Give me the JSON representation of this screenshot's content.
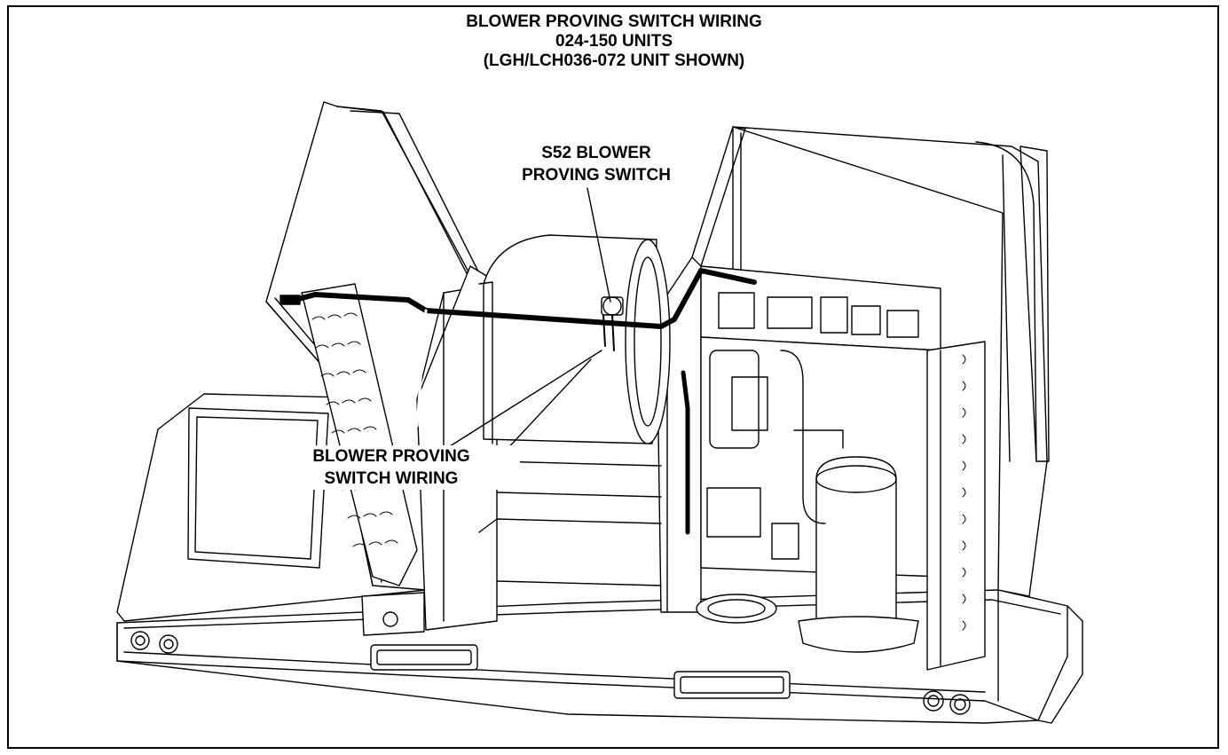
{
  "figure": {
    "title_lines": [
      "BLOWER PROVING SWITCH WIRING",
      "024-150 UNITS",
      "(LGH/LCH036-072 UNIT SHOWN)"
    ],
    "callouts": {
      "switch": [
        "S52 BLOWER",
        "PROVING SWITCH"
      ],
      "wiring": [
        "BLOWER PROVING",
        "SWITCH WIRING"
      ]
    }
  }
}
